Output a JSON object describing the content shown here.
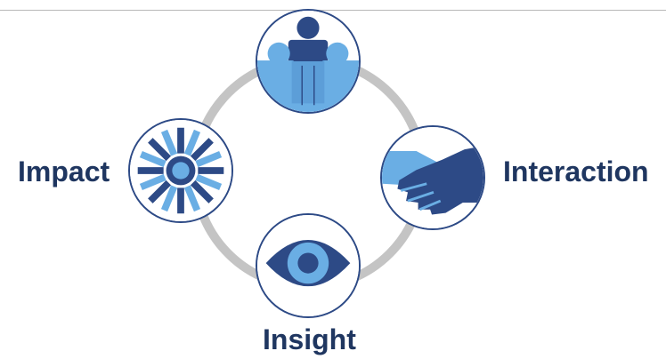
{
  "diagram": {
    "labels": {
      "impact": "Impact",
      "interaction": "Interaction",
      "insight": "Insight"
    },
    "colors": {
      "ring": "#c4c4c4",
      "dark_blue": "#2d4a86",
      "light_blue": "#6aaee4",
      "label_text": "#1f3660"
    },
    "icons": [
      "people-icon",
      "handshake-icon",
      "eye-icon",
      "burst-icon"
    ]
  }
}
